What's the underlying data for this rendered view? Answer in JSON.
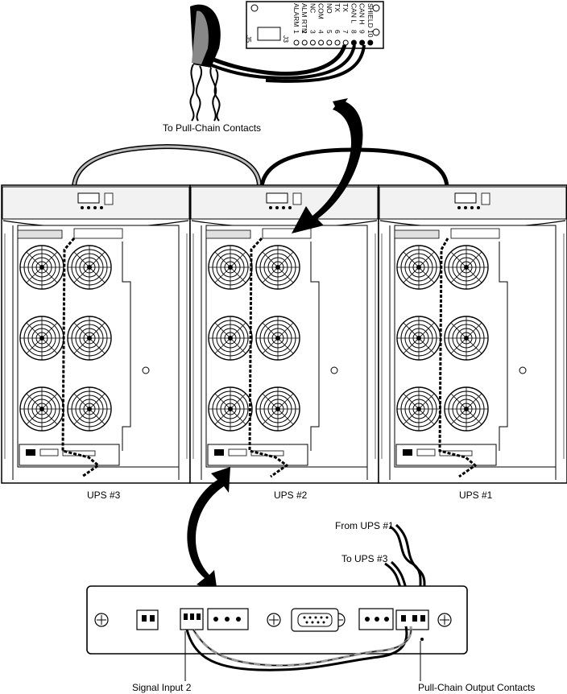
{
  "labels": {
    "to_pull_chain": "To Pull-Chain Contacts",
    "ups3": "UPS #3",
    "ups2": "UPS #2",
    "ups1": "UPS #1",
    "from_ups1": "From UPS #1",
    "to_ups3": "To UPS #3",
    "signal_input": "Signal Input 2",
    "pull_chain_output": "Pull-Chain Output Contacts"
  },
  "terminal_block": {
    "connector": "J5",
    "connector_alt": "J3",
    "pins": [
      {
        "num": "1",
        "name": "ALARM"
      },
      {
        "num": "2",
        "name": "ALM RTN"
      },
      {
        "num": "3",
        "name": "NC"
      },
      {
        "num": "4",
        "name": "COM"
      },
      {
        "num": "5",
        "name": "NO"
      },
      {
        "num": "6",
        "name": "TX"
      },
      {
        "num": "7",
        "name": "TX"
      },
      {
        "num": "8",
        "name": "CAN L"
      },
      {
        "num": "9",
        "name": "CAN H"
      },
      {
        "num": "10",
        "name": "SHIELD"
      }
    ]
  },
  "colors": {
    "line": "#000000",
    "gray_wire": "#9a9a9a",
    "panel_fill": "#ffffff",
    "shade": "#d8d8d8"
  }
}
